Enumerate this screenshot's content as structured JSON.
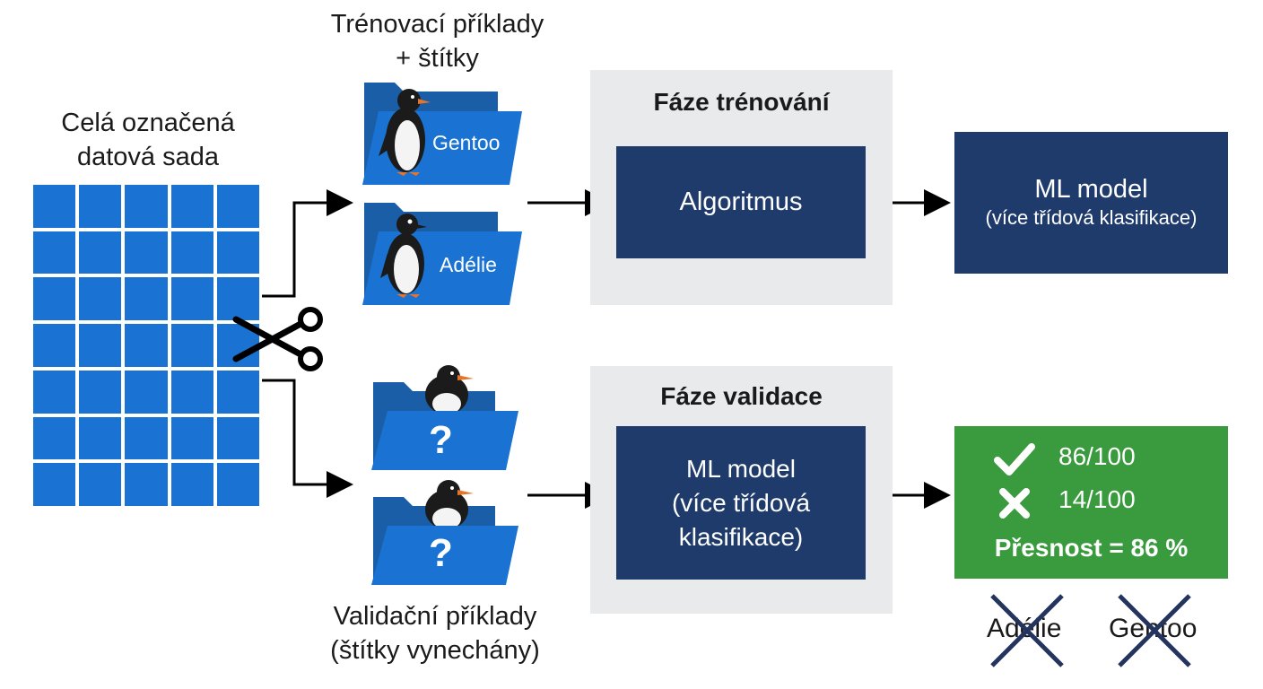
{
  "dataset": {
    "label_line1": "Celá označená",
    "label_line2": "datová sada"
  },
  "training_examples": {
    "label_line1": "Trénovací příklady",
    "label_line2": "+ štítky",
    "folders": [
      {
        "label": "Gentoo"
      },
      {
        "label": "Adélie"
      }
    ]
  },
  "validation_examples": {
    "label_line1": "Validační příklady",
    "label_line2": "(štítky vynechány)",
    "folders": [
      {
        "label": "?"
      },
      {
        "label": "?"
      }
    ]
  },
  "training_phase": {
    "title": "Fáze trénování",
    "algorithm_label": "Algoritmus"
  },
  "ml_model_output": {
    "line1": "ML model",
    "line2": "(více třídová klasifikace)"
  },
  "validation_phase": {
    "title": "Fáze validace",
    "model_line1": "ML model",
    "model_line2": "(více třídová",
    "model_line3": "klasifikace)"
  },
  "results": {
    "correct": "86/100",
    "incorrect": "14/100",
    "accuracy": "Přesnost = 86 %"
  },
  "crossed_labels": {
    "left": "Adélie",
    "right": "Gentoo"
  },
  "colors": {
    "grid_blue": "#1a73d2",
    "navy": "#1f3b6c",
    "green": "#3a9a3e",
    "panel_gray": "#e8eaec",
    "cross_navy": "#23355e"
  }
}
